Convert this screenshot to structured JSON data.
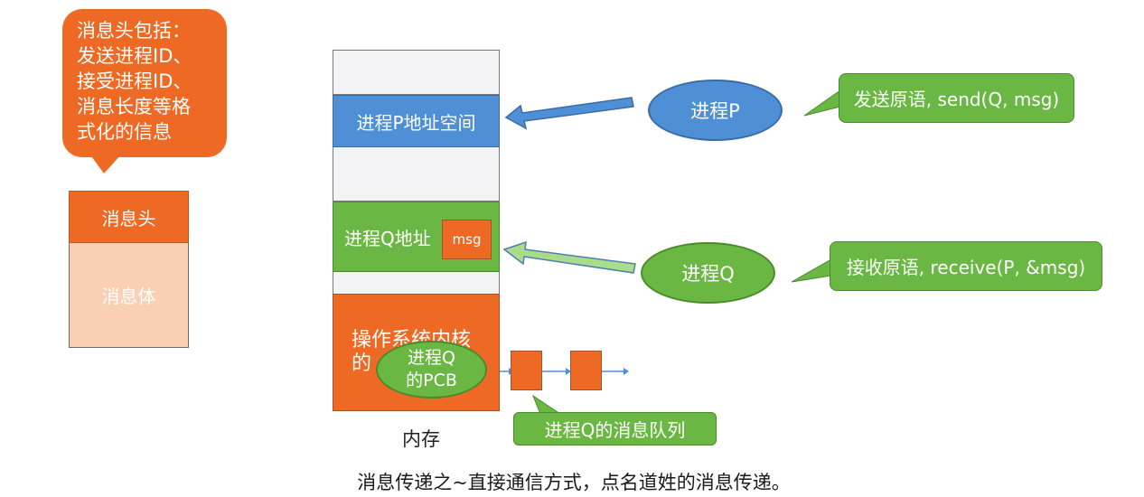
{
  "callout": {
    "lines": [
      "消息头包括：",
      "发送进程ID、",
      "接受进程ID、",
      "消息长度等格",
      "式化的信息"
    ]
  },
  "message": {
    "header_label": "消息头",
    "body_label": "消息体"
  },
  "memory": {
    "process_p_space": "进程P地址空间",
    "process_q_space": "进程Q地址",
    "msg_label": "msg",
    "kernel_label_line1": "操作系统内核",
    "kernel_label_line2": "的",
    "pcb_line1": "进程Q",
    "pcb_line2": "的PCB",
    "label": "内存"
  },
  "queue": {
    "label": "进程Q的消息队列"
  },
  "processes": {
    "p_label": "进程P",
    "q_label": "进程Q",
    "send_primitive": "发送原语, send(Q, msg)",
    "receive_primitive": "接收原语, receive(P, &msg)"
  },
  "caption": "消息传递之~直接通信方式，点名道姓的消息传递。",
  "colors": {
    "orange": "#ee6a24",
    "blue": "#4e8fd6",
    "green": "#6ab843",
    "light_orange": "#fbcfb4",
    "light_green_arrow": "#a9dd8c"
  }
}
